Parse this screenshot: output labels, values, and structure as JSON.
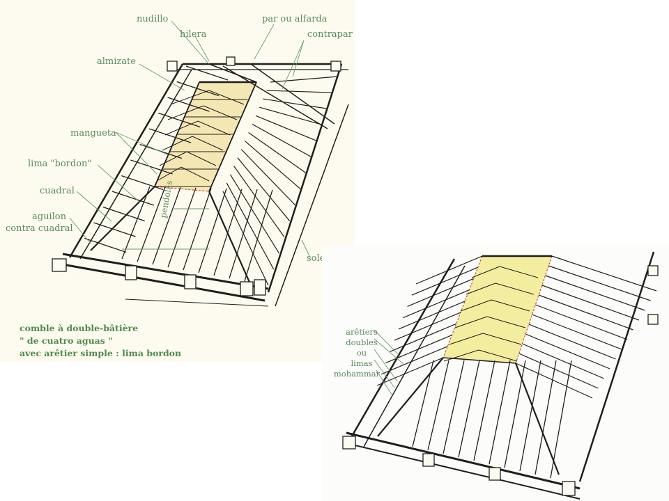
{
  "labels_top": {
    "nudillo": "nudillo",
    "par_alfarda": "par ou alfarda",
    "hilera": "hilera",
    "contrapar": "contrapar",
    "almizate": "almizate",
    "mangueta": "mangueta",
    "lima_bordon": "lima \"bordon\"",
    "cuadral": "cuadral",
    "aguilon": "aguilon",
    "contra_cuadral": "contra cuadral",
    "pendolas": "pendolas",
    "solera": "solera"
  },
  "caption": {
    "line1": "comble à double-bâtière",
    "line2": "\" de cuatro aguas \"",
    "line3": "avec arêtier simple : lima bordon"
  },
  "labels_bottom": {
    "line1": "arêtiers",
    "line2": "doubles",
    "line3": "ou",
    "line4": "limas",
    "line5": "mohammar"
  },
  "colors": {
    "label_text": "#5a8a5a",
    "highlight": "#f2e3a8",
    "highlight_bottom": "#f0e98a",
    "outline": "#c84a3a",
    "ink": "#1e1e1e"
  }
}
